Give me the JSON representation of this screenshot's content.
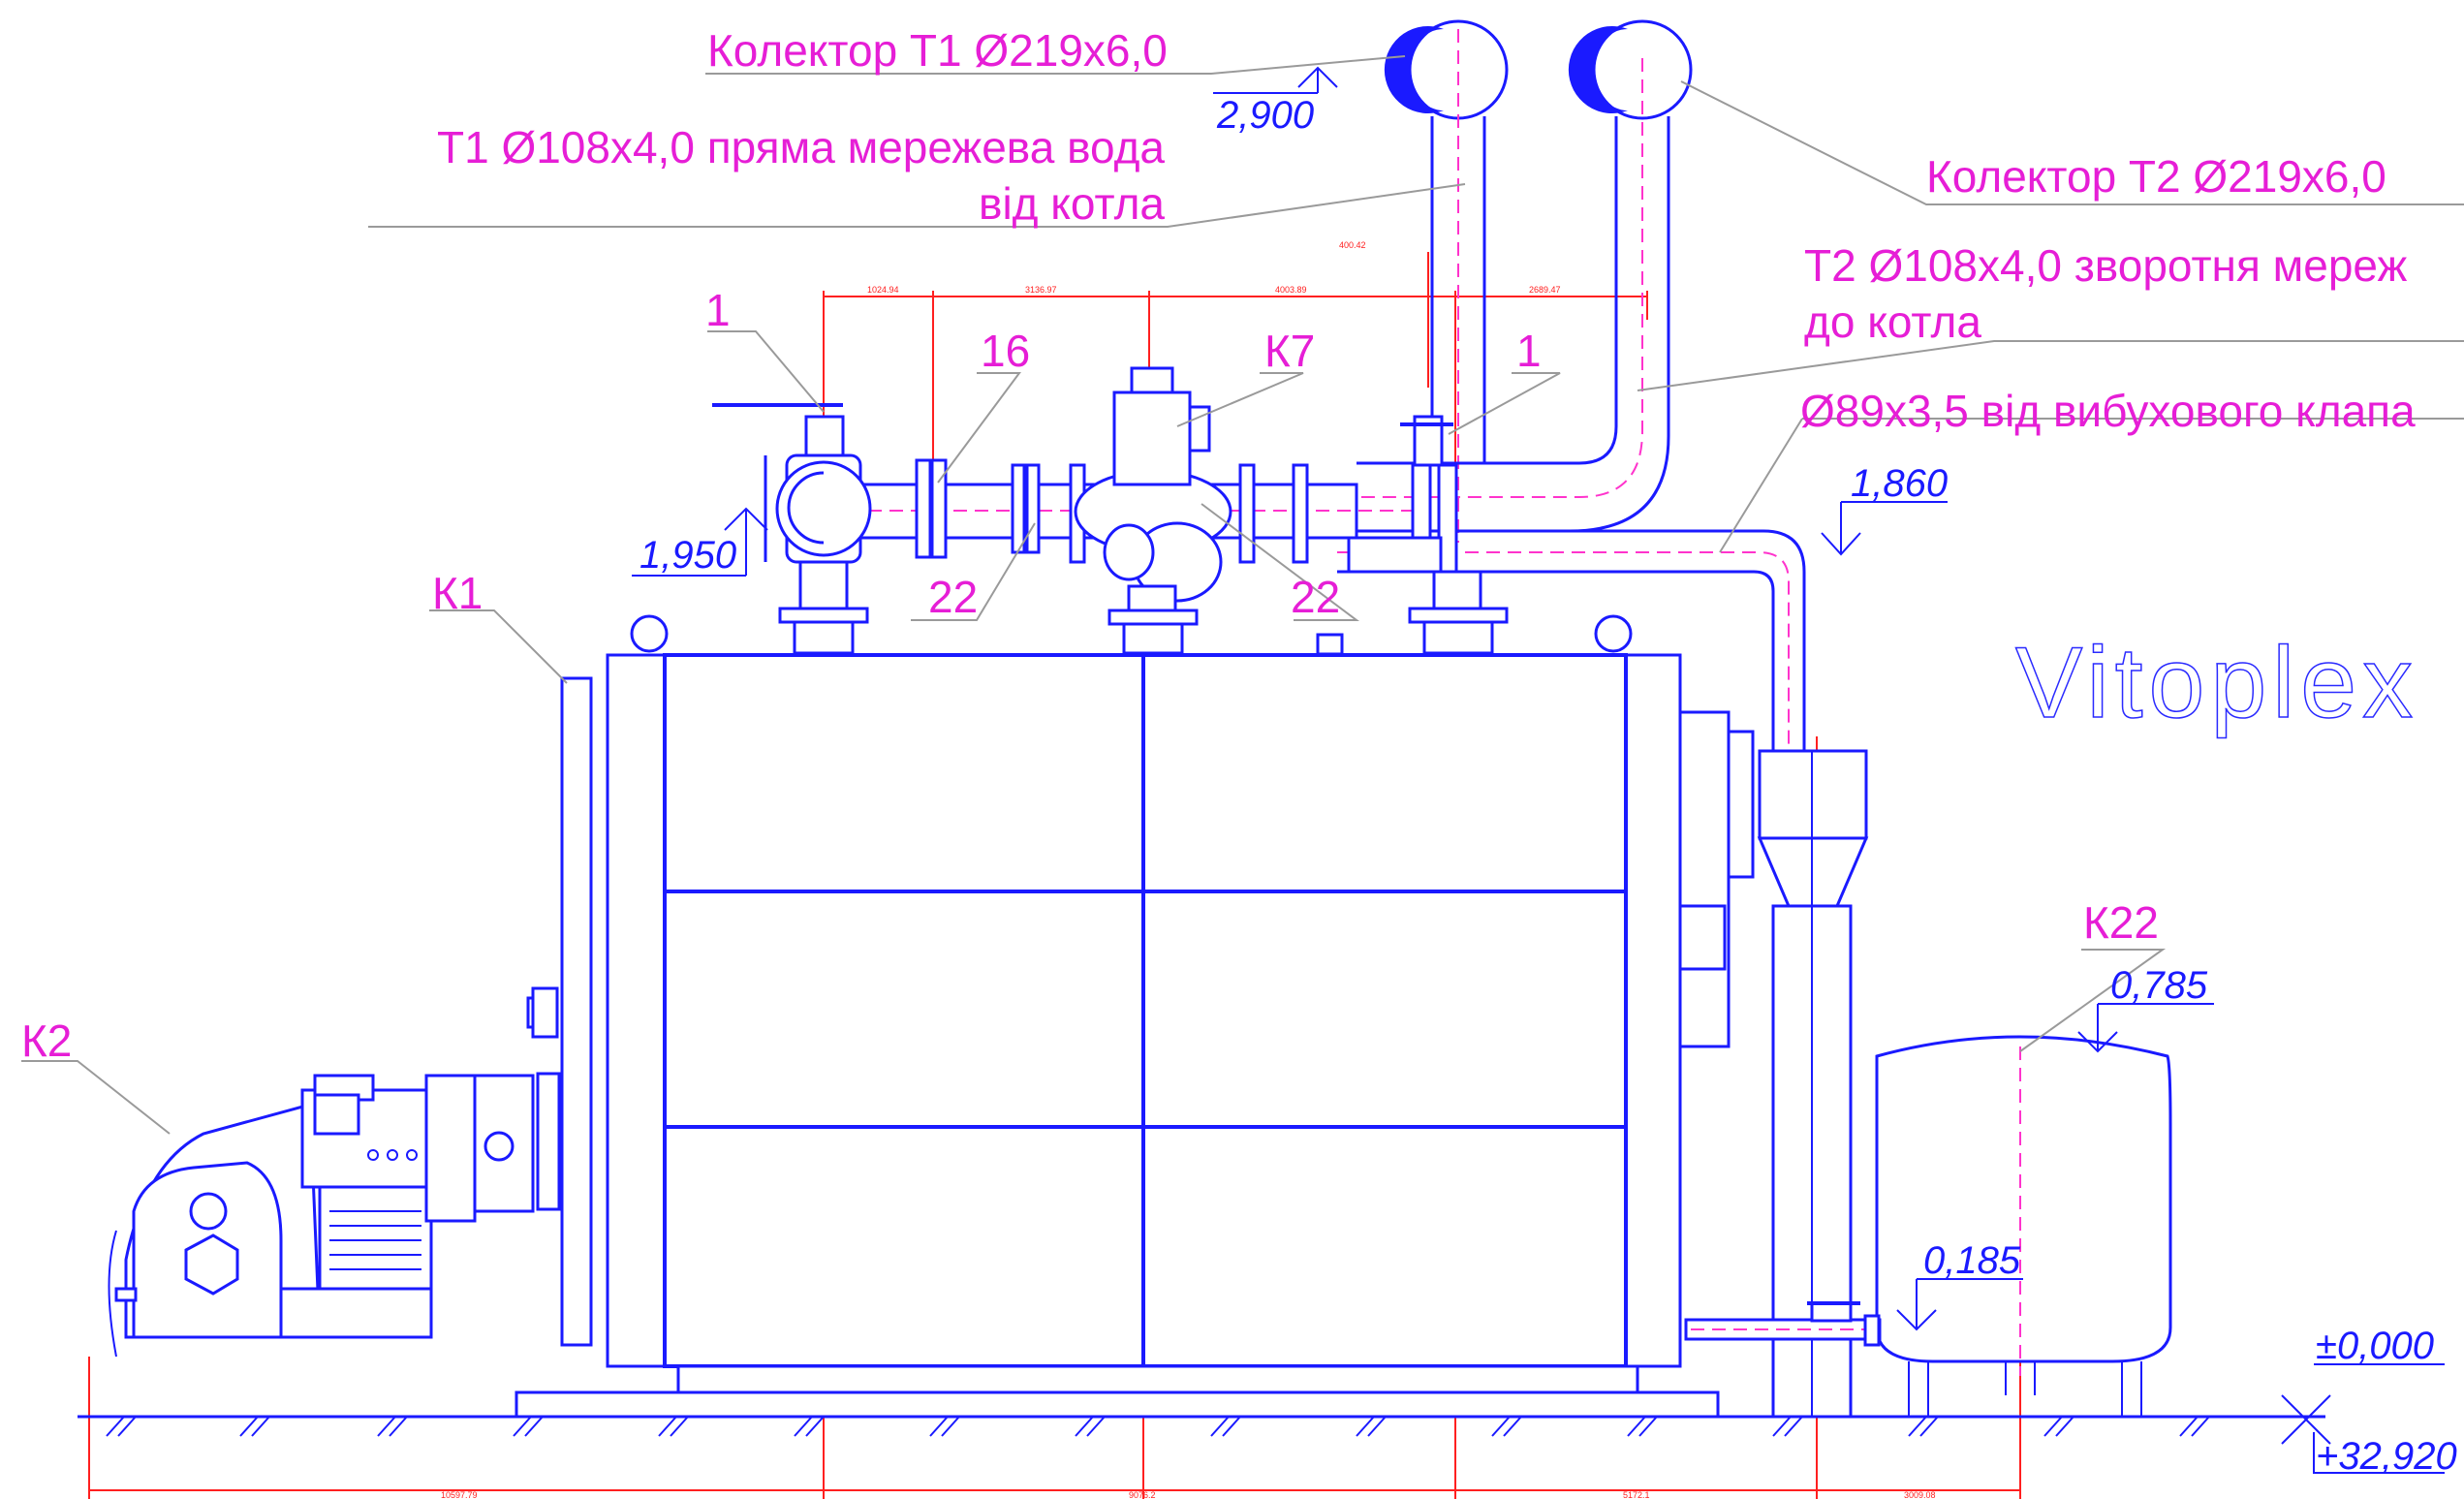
{
  "labels": {
    "collector_t1": "Колектор Т1 Ø219х6,0",
    "t1_line1": "Т1 Ø108х4,0 пряма мережева вода",
    "t1_line2": "від котла",
    "collector_t2": "Колектор Т2 Ø219х6,0",
    "t2_line1": "Т2 Ø108х4,0 зворотня мереж",
    "t2_line2": "до котла",
    "explosion_pipe": "Ø89х3,5 від вибухового клапа",
    "pos_1_left": "1",
    "pos_16": "16",
    "pos_k7": "К7",
    "pos_1_right": "1",
    "pos_22_left": "22",
    "pos_22_right": "22",
    "pos_k1": "К1",
    "pos_k2": "К2",
    "pos_k22": "К22"
  },
  "levels": {
    "l_2900": "2,900",
    "l_1950": "1,950",
    "l_1860": "1,860",
    "l_0785": "0,785",
    "l_0185": "0,185",
    "l_000": "±0,000",
    "l_32920": "+32,920"
  },
  "dimensions": {
    "top_1": "1024.94",
    "top_2": "3136.97",
    "top_3": "4003.89",
    "top_4": "2689.47",
    "vertical": "400.42",
    "bottom_1": "10597.79",
    "bottom_2": "9076.2",
    "bottom_3": "5172.1",
    "bottom_4": "3009.08"
  },
  "brand": "Vitoplex",
  "colors": {
    "equipment": "#1a1aff",
    "labels": "#e61ed6",
    "dimensions": "#ff2020",
    "leaders": "#9a9a9a"
  }
}
